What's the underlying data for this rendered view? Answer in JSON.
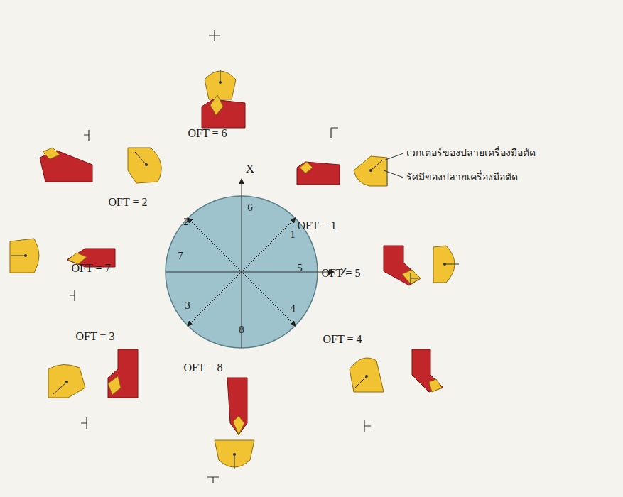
{
  "diagram": {
    "labels": [
      "X",
      "Z",
      "6",
      "1",
      "5",
      "4",
      "8",
      "3",
      "7",
      "2",
      "OFT = 6",
      "OFT = 1",
      "OFT = 2",
      "OFT = 7",
      "OFT = 5",
      "OFT = 3",
      "OFT = 4",
      "OFT = 8",
      "เวกเตอร์ของปลายเครื่องมือตัด",
      "รัศมีของปลายเครื่องมือตัด"
    ]
  }
}
